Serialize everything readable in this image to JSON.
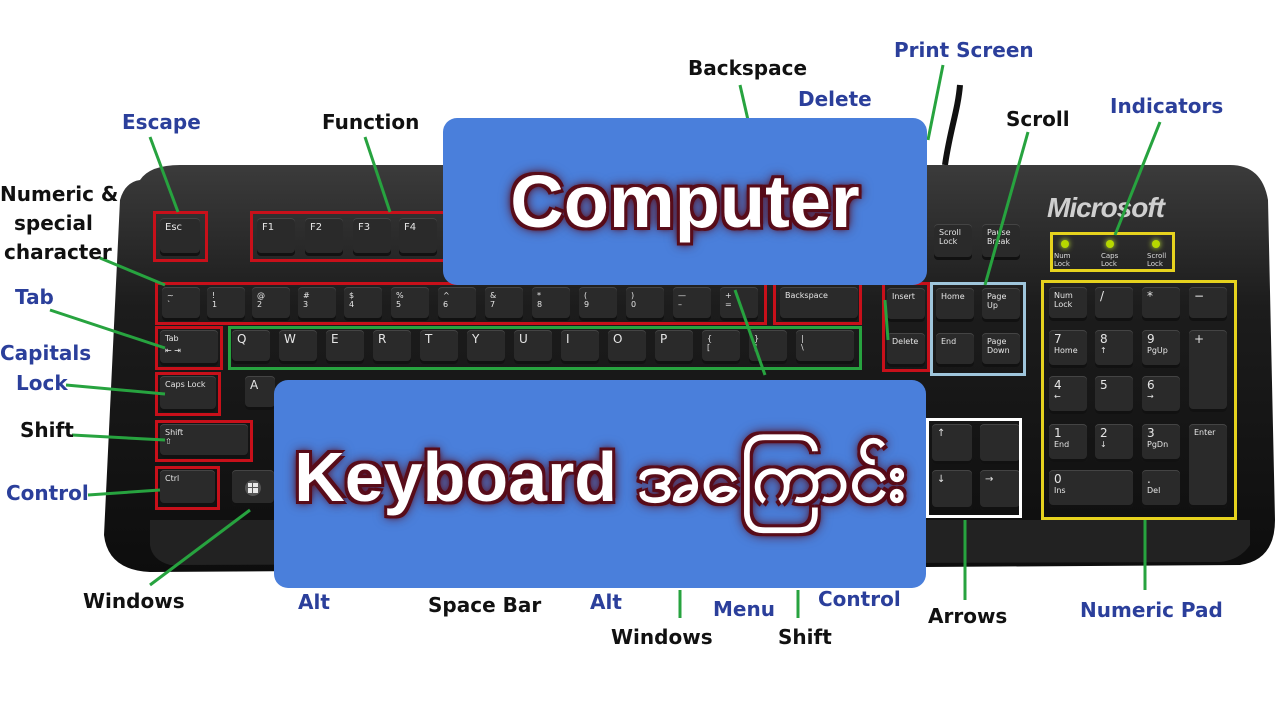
{
  "banner": {
    "title": "Computer",
    "subtitle": "Keyboard အကြောင်း"
  },
  "brand": "Microsoft",
  "labels": {
    "escape": "Escape",
    "function": "Function",
    "numeric_special": [
      "Numeric &",
      "special",
      "character"
    ],
    "tab": "Tab",
    "capitals_lock": [
      "Capitals",
      "Lock"
    ],
    "shift_left": "Shift",
    "control_left": "Control",
    "windows_left": "Windows",
    "alt_left": "Alt",
    "space_bar": "Space Bar",
    "alt_right": "Alt",
    "windows_right": "Windows",
    "menu": "Menu",
    "shift_right": "Shift",
    "control_right": "Control",
    "arrows": "Arrows",
    "numeric_pad": "Numeric Pad",
    "backspace": "Backspace",
    "delete": "Delete",
    "print_screen": "Print Screen",
    "scroll": "Scroll",
    "indicators": "Indicators"
  },
  "keys": {
    "esc": "Esc",
    "f": [
      "F1",
      "F2",
      "F3",
      "F4"
    ],
    "num_row": [
      [
        "~",
        "`"
      ],
      [
        "!",
        "1"
      ],
      [
        "@",
        "2"
      ],
      [
        "#",
        "3"
      ],
      [
        "$",
        "4"
      ],
      [
        "%",
        "5"
      ],
      [
        "^",
        "6"
      ],
      [
        "&",
        "7"
      ],
      [
        "*",
        "8"
      ],
      [
        "(",
        "9"
      ],
      [
        ")",
        "0"
      ],
      [
        "—",
        "–"
      ],
      [
        "+",
        "="
      ]
    ],
    "backspace": "Backspace",
    "tab": "Tab",
    "qwerty": [
      "Q",
      "W",
      "E",
      "R",
      "T",
      "Y",
      "U",
      "I",
      "O",
      "P"
    ],
    "bracket_open": [
      "{",
      "["
    ],
    "bracket_close": [
      "}",
      "]"
    ],
    "pipe": [
      "|",
      "\\"
    ],
    "caps_lock": "Caps Lock",
    "a": "A",
    "shift": "Shift",
    "ctrl": "Ctrl",
    "insert": "Insert",
    "delete": "Delete",
    "scroll_lock": [
      "Scroll",
      "Lock"
    ],
    "pause_break": [
      "Pause",
      "Break"
    ],
    "home": "Home",
    "page_up": [
      "Page",
      "Up"
    ],
    "end": "End",
    "page_down": [
      "Page",
      "Down"
    ],
    "arrow_up": "↑",
    "arrow_down": "↓",
    "arrow_right": "→",
    "indicators": [
      [
        "Num",
        "Lock"
      ],
      [
        "Caps",
        "Lock"
      ],
      [
        "Scroll",
        "Lock"
      ]
    ],
    "numpad": {
      "num_lock": [
        "Num",
        "Lock"
      ],
      "slash": "/",
      "star": "*",
      "minus": "−",
      "seven": [
        "7",
        "Home"
      ],
      "eight": [
        "8",
        "↑"
      ],
      "nine": [
        "9",
        "PgUp"
      ],
      "plus": "+",
      "four": [
        "4",
        "←"
      ],
      "five": "5",
      "six": [
        "6",
        "→"
      ],
      "one": [
        "1",
        "End"
      ],
      "two": [
        "2",
        "↓"
      ],
      "three": [
        "3",
        "PgDn"
      ],
      "enter": "Enter",
      "zero": [
        "0",
        "Ins"
      ],
      "dot": [
        ".",
        "Del"
      ]
    }
  },
  "colors": {
    "banner_bg": "#4a7fdb",
    "banner_glow": "#5a0f1c",
    "red_group": "#c8101a",
    "green_group": "#27a33f",
    "yellow_group": "#e6d21e",
    "pointer_line": "#27a33f",
    "label_blue": "#2b3f9b"
  }
}
